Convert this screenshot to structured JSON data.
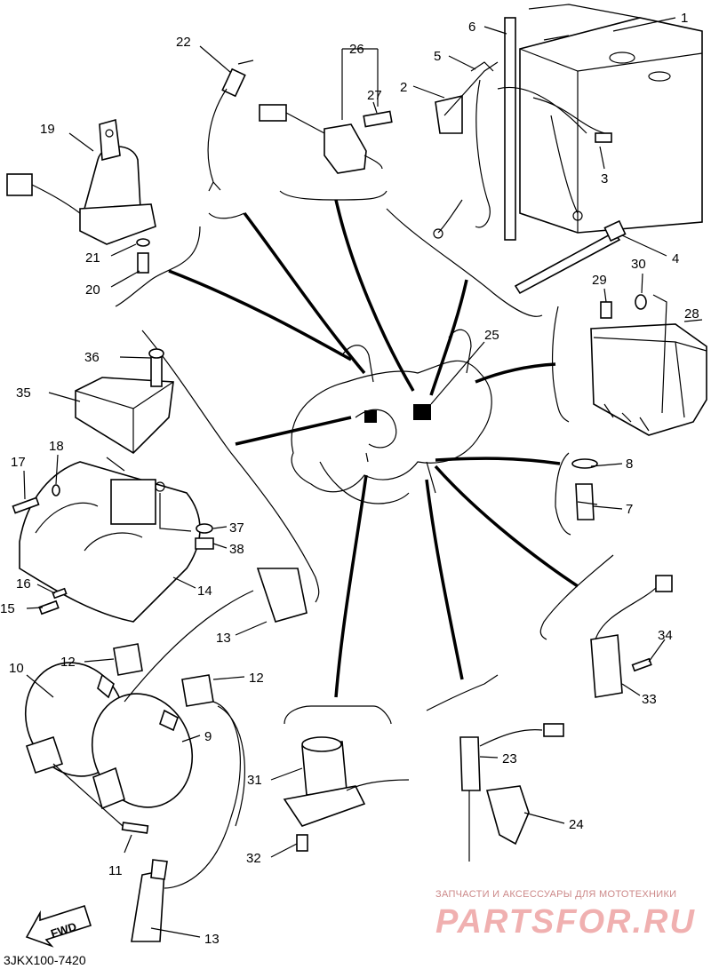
{
  "diagram_code": "3JKX100-7420",
  "fwd_label": "FWD",
  "watermark": {
    "line1": "ЗАПЧАСТИ И АКСЕССУАРЫ ДЛЯ МОТОТЕХНИКИ",
    "line2": "PARTSFOR.RU"
  },
  "callouts": [
    {
      "id": "c1",
      "label": "1"
    },
    {
      "id": "c2",
      "label": "2"
    },
    {
      "id": "c3",
      "label": "3"
    },
    {
      "id": "c4",
      "label": "4"
    },
    {
      "id": "c5",
      "label": "5"
    },
    {
      "id": "c6",
      "label": "6"
    },
    {
      "id": "c7",
      "label": "7"
    },
    {
      "id": "c8",
      "label": "8"
    },
    {
      "id": "c9",
      "label": "9"
    },
    {
      "id": "c10",
      "label": "10"
    },
    {
      "id": "c11",
      "label": "11"
    },
    {
      "id": "c12a",
      "label": "12"
    },
    {
      "id": "c12b",
      "label": "12"
    },
    {
      "id": "c13a",
      "label": "13"
    },
    {
      "id": "c13b",
      "label": "13"
    },
    {
      "id": "c14",
      "label": "14"
    },
    {
      "id": "c15",
      "label": "15"
    },
    {
      "id": "c16",
      "label": "16"
    },
    {
      "id": "c17",
      "label": "17"
    },
    {
      "id": "c18",
      "label": "18"
    },
    {
      "id": "c19",
      "label": "19"
    },
    {
      "id": "c20",
      "label": "20"
    },
    {
      "id": "c21",
      "label": "21"
    },
    {
      "id": "c22",
      "label": "22"
    },
    {
      "id": "c23",
      "label": "23"
    },
    {
      "id": "c24",
      "label": "24"
    },
    {
      "id": "c25",
      "label": "25"
    },
    {
      "id": "c26",
      "label": "26"
    },
    {
      "id": "c27",
      "label": "27"
    },
    {
      "id": "c28",
      "label": "28"
    },
    {
      "id": "c29",
      "label": "29"
    },
    {
      "id": "c30",
      "label": "30"
    },
    {
      "id": "c31",
      "label": "31"
    },
    {
      "id": "c32",
      "label": "32"
    },
    {
      "id": "c33",
      "label": "33"
    },
    {
      "id": "c34",
      "label": "34"
    },
    {
      "id": "c35",
      "label": "35"
    },
    {
      "id": "c36",
      "label": "36"
    },
    {
      "id": "c37",
      "label": "37"
    },
    {
      "id": "c38",
      "label": "38"
    }
  ]
}
